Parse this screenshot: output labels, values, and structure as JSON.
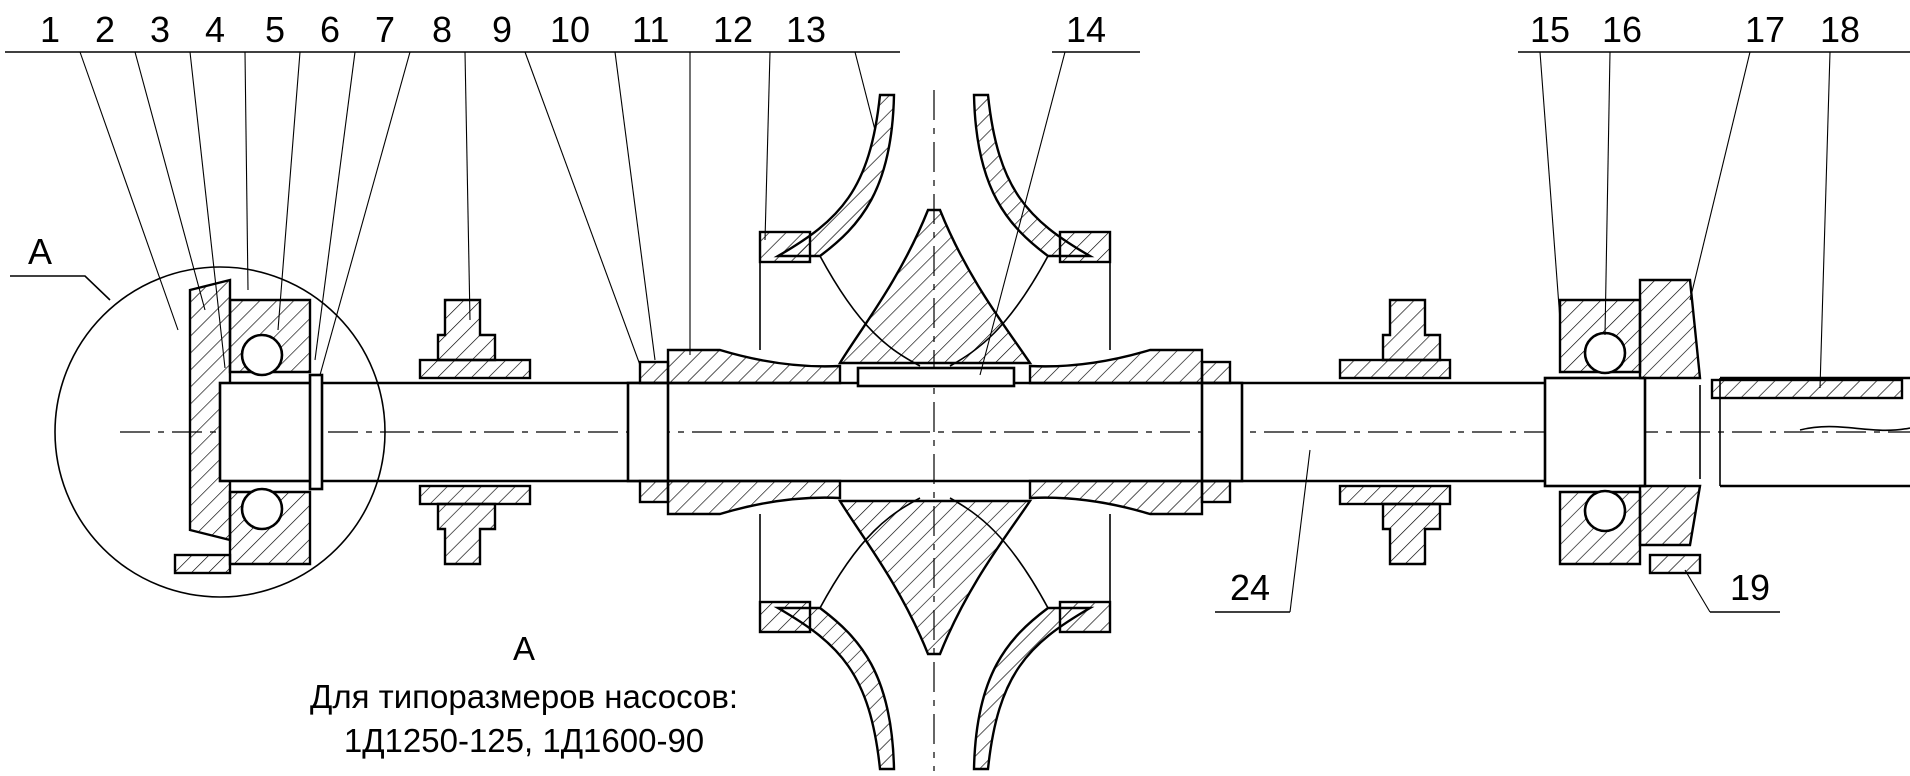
{
  "drawing": {
    "part_numbers": [
      "1",
      "2",
      "3",
      "4",
      "5",
      "6",
      "7",
      "8",
      "9",
      "10",
      "11",
      "12",
      "13",
      "14",
      "15",
      "16",
      "17",
      "18",
      "19",
      "24"
    ],
    "detail_label": "A",
    "caption": {
      "title": "A",
      "line1": "Для типоразмеров насосов:",
      "line2": "1Д1250-125, 1Д1600-90"
    }
  }
}
